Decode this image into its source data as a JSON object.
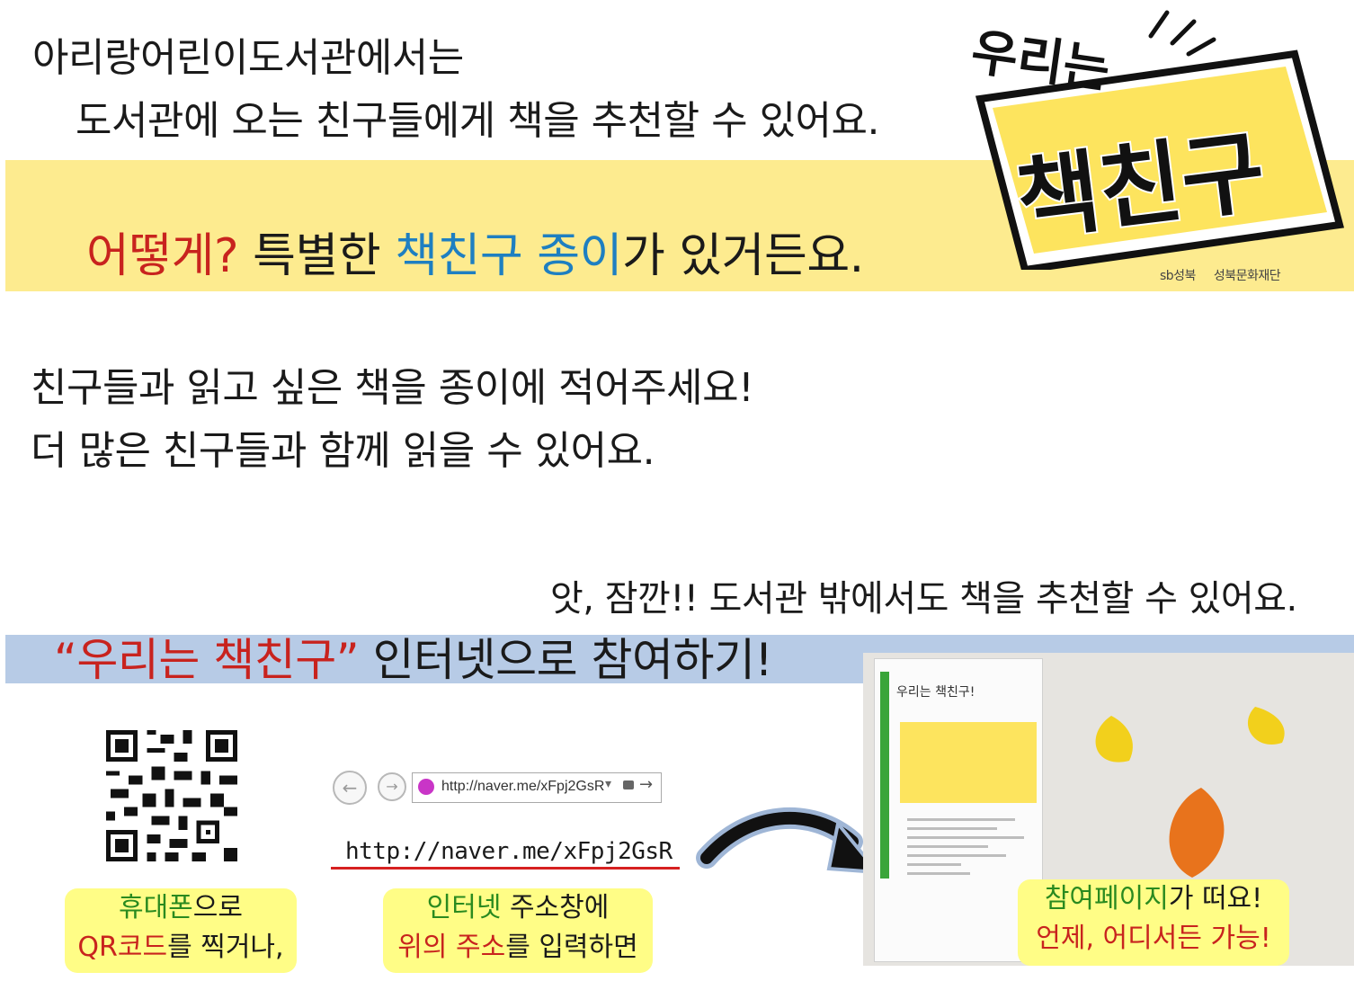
{
  "intro": {
    "line1": "아리랑어린이도서관에서는",
    "line2": "도서관에 오는 친구들에게 책을 추천할 수 있어요."
  },
  "how": {
    "q": "어떻게?",
    "t1": " 특별한 ",
    "t2": "책친구 종이",
    "t3": "가 있거든요."
  },
  "logo": {
    "line1": "우리는",
    "line2": "책친구",
    "credit1": "sb성북",
    "credit2": "성북문화재단"
  },
  "middle": {
    "line1": "친구들과 읽고 싶은 책을 종이에 적어주세요!",
    "line2": "더 많은 친구들과 함께 읽을 수 있어요."
  },
  "wait": "앗, 잠깐!! 도서관 밖에서도 책을 추천할 수 있어요.",
  "online": {
    "quoted": "“우리는 책친구”",
    "rest": " 인터넷으로 참여하기!"
  },
  "browser": {
    "url": "http://naver.me/xFpj2GsR"
  },
  "url_written": "http://naver.me/xFpj2GsR",
  "preview": {
    "title": "우리는 책친구!"
  },
  "notes": {
    "qr": {
      "a": "휴대폰",
      "b": "으로",
      "c": "QR코드",
      "d": "를 찍거나,"
    },
    "url": {
      "a": "인터넷",
      "b": " 주소창에",
      "c": "위의 주소",
      "d": "를 입력하면"
    },
    "page": {
      "a": "참여페이지",
      "b": "가 떠요!",
      "c": "언제, 어디서든 가능!"
    }
  },
  "colors": {
    "yellow_band": "#fdeb8f",
    "blue_band": "#b7cbe6",
    "accent_red": "#c8231e",
    "accent_blue": "#1e7fc1",
    "note_bg": "#fffd86"
  }
}
